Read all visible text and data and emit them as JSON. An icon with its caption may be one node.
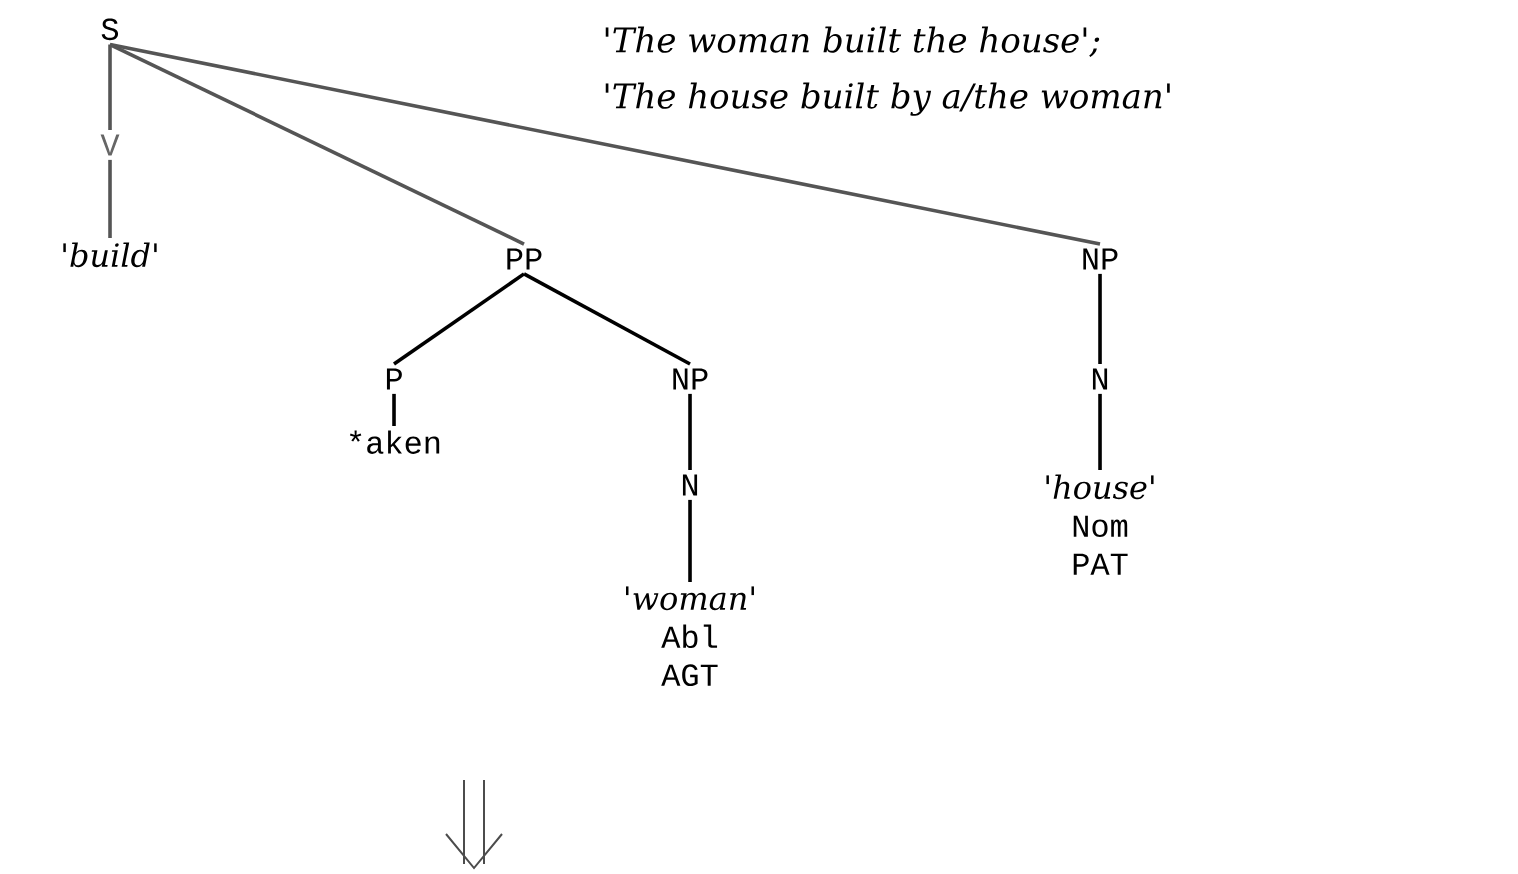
{
  "diagram": {
    "nodes": [
      {
        "text": [
          "S"
        ]
      },
      {
        "text": [
          "V"
        ]
      },
      {
        "text": [
          "'build'"
        ]
      },
      {
        "text": [
          "PP"
        ]
      },
      {
        "text": [
          "P"
        ]
      },
      {
        "text": [
          "*aken"
        ]
      },
      {
        "text": [
          "NP"
        ]
      },
      {
        "text": [
          "N"
        ]
      },
      {
        "text": [
          "'woman'",
          "Abl",
          "AGT"
        ]
      },
      {
        "text": [
          "NP"
        ]
      },
      {
        "text": [
          "N"
        ]
      },
      {
        "text": [
          "'house'",
          "Nom",
          "PAT"
        ]
      }
    ],
    "edges": [
      {
        "from": 0,
        "to": 1,
        "arrow": "none",
        "color": "#555555"
      },
      {
        "from": 1,
        "to": 2,
        "arrow": "none",
        "color": "#555555"
      },
      {
        "from": 0,
        "to": 3,
        "arrow": "none",
        "color": "#555555"
      },
      {
        "from": 0,
        "to": 9,
        "arrow": "none",
        "color": "#555555"
      },
      {
        "from": 3,
        "to": 4,
        "arrow": "none"
      },
      {
        "from": 3,
        "to": 6,
        "arrow": "none"
      },
      {
        "from": 4,
        "to": 5,
        "arrow": "none"
      },
      {
        "from": 6,
        "to": 7,
        "arrow": "none"
      },
      {
        "from": 7,
        "to": 8,
        "arrow": "none"
      },
      {
        "from": 9,
        "to": 10,
        "arrow": "none"
      },
      {
        "from": 10,
        "to": 11,
        "arrow": "none"
      }
    ],
    "labels": [
      "'The woman built the house';",
      "'The house built by a/the woman'"
    ]
  }
}
